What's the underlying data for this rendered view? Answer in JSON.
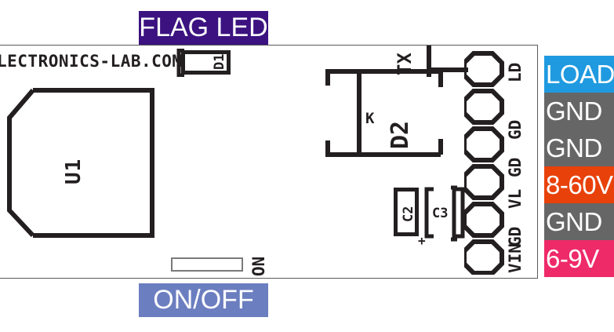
{
  "board": {
    "brand_text": "LECTRONICS-LAB.COM",
    "outline_color": "#5a5a5a",
    "silk_color": "#231f20",
    "background": "#ffffff"
  },
  "components": {
    "u1": {
      "ref": "U1"
    },
    "d1": {
      "ref": "D1"
    },
    "d2": {
      "ref": "D2",
      "cathode_mark": "K"
    },
    "tx": {
      "ref": "TX"
    },
    "c2": {
      "ref": "C2",
      "polarity": "+"
    },
    "c3": {
      "ref": "C3"
    },
    "switch": {
      "ref": "ON"
    }
  },
  "header_pads": [
    {
      "name": "LD"
    },
    {
      "name": "GD"
    },
    {
      "name": "GD"
    },
    {
      "name": "VL"
    },
    {
      "name": "GD"
    },
    {
      "name": "VIN"
    }
  ],
  "callouts": {
    "flag_led": {
      "label": "FLAG LED",
      "color": "#3b1280",
      "text_color": "#ffffff"
    },
    "on_off": {
      "label": "ON/OFF",
      "color": "#6b7ec0",
      "text_color": "#ffffff"
    },
    "pins": [
      {
        "label": "LOAD",
        "color": "#1f9ae0",
        "text_color": "#ffffff"
      },
      {
        "label": "GND",
        "color": "#666666",
        "text_color": "#ffffff"
      },
      {
        "label": "GND",
        "color": "#666666",
        "text_color": "#ffffff"
      },
      {
        "label": "8-60V",
        "color": "#e8410a",
        "text_color": "#ffffff"
      },
      {
        "label": "GND",
        "color": "#666666",
        "text_color": "#ffffff"
      },
      {
        "label": "6-9V",
        "color": "#ee2a68",
        "text_color": "#ffffff"
      }
    ]
  }
}
